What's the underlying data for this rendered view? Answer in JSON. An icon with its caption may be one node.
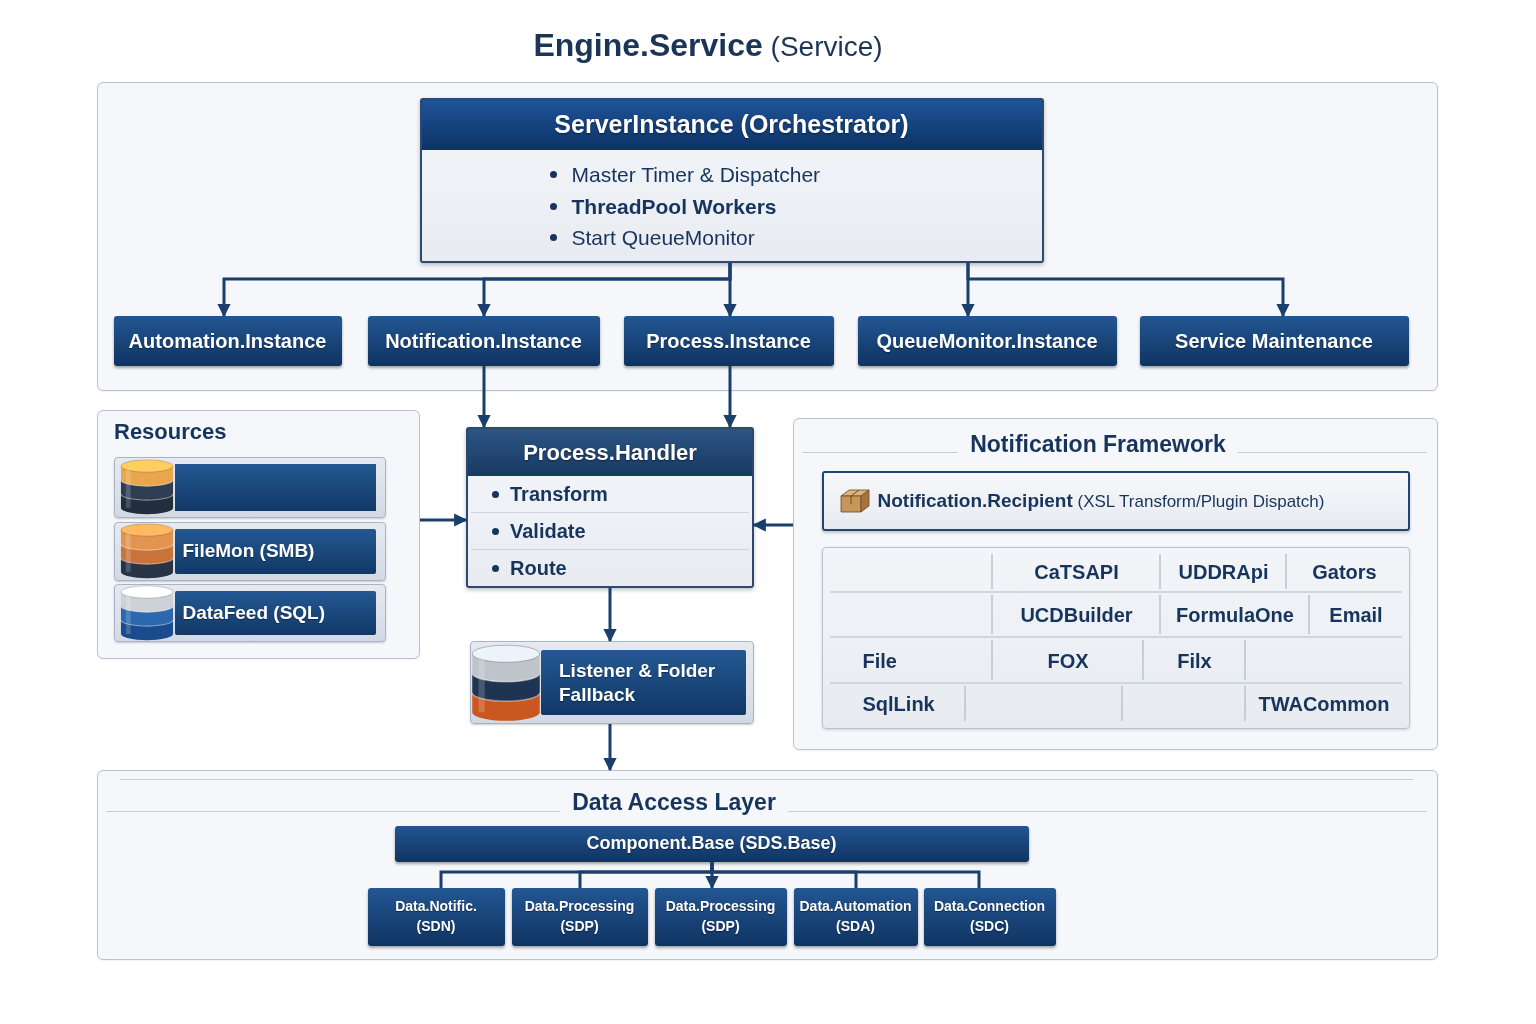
{
  "diagram": {
    "title": "**Engine.Service** (Service)",
    "nodes": [
      {
        "text": [],
        "shape": "box"
      },
      {
        "text": [
          "ServerInstance (Orchestrator)",
          "Master Timer & Dispatcher",
          "ThreadPool Workers",
          "Start QueueMonitor"
        ],
        "in": 0
      },
      {
        "text": [
          "Automation.Instance"
        ],
        "in": 0
      },
      {
        "text": [
          "Notification.Instance"
        ],
        "in": 0
      },
      {
        "text": [
          "Process.Instance"
        ],
        "in": 0
      },
      {
        "text": [
          "QueueMonitor.Instance"
        ],
        "in": 0
      },
      {
        "text": [
          "Service Maintenance"
        ],
        "in": 0
      },
      {
        "text": [
          "Resources"
        ]
      },
      {
        "text": [],
        "shape": "box",
        "in": 7
      },
      {
        "text": [
          "FileMon (SMB)"
        ],
        "in": 7
      },
      {
        "text": [
          "DataFeed (SQL)"
        ],
        "in": 7
      },
      {
        "text": [
          "Process.Handler",
          "Transform",
          "Validate",
          "Route"
        ]
      },
      {
        "text": [
          "Listener & Folder Fallback"
        ]
      },
      {
        "text": [
          "Notification Framework"
        ]
      },
      {
        "text": [
          "**Notification.Recipient** (XSL Transform/Plugin Dispatch)"
        ],
        "in": 13
      },
      {
        "text": [
          "Data Access Layer"
        ]
      },
      {
        "text": [
          "Component.Base (SDS.Base)"
        ],
        "in": 15
      },
      {
        "text": [
          "Data.Notific. (SDN)"
        ],
        "in": 15
      },
      {
        "text": [
          "Data.Processing (SDP)"
        ],
        "in": 15
      },
      {
        "text": [
          "Data.Processing (SDP)"
        ],
        "in": 15
      },
      {
        "text": [
          "Data.Automation (SDA)"
        ],
        "in": 15
      },
      {
        "text": [
          "Data.Connection (SDC)"
        ],
        "in": 15
      }
    ],
    "edges": [
      {
        "from": 1,
        "to": 2,
        "arrow": "to"
      },
      {
        "from": 1,
        "to": 3,
        "arrow": "to"
      },
      {
        "from": 1,
        "to": 4,
        "arrow": "to"
      },
      {
        "from": 1,
        "to": 5,
        "arrow": "to"
      },
      {
        "from": 1,
        "to": 6,
        "arrow": "to"
      },
      {
        "from": 3,
        "to": 11,
        "arrow": "to"
      },
      {
        "from": 4,
        "to": 11,
        "arrow": "to"
      },
      {
        "from": 7,
        "to": 11,
        "arrow": "to"
      },
      {
        "from": 13,
        "to": 11,
        "arrow": "to"
      },
      {
        "from": 11,
        "to": 12,
        "arrow": "to"
      },
      {
        "from": 12,
        "to": 15,
        "arrow": "to"
      },
      {
        "from": 16,
        "to": 17,
        "arrow": "none"
      },
      {
        "from": 16,
        "to": 18,
        "arrow": "none"
      },
      {
        "from": 16,
        "to": 19,
        "arrow": "to"
      },
      {
        "from": 16,
        "to": 20,
        "arrow": "none"
      },
      {
        "from": 16,
        "to": 21,
        "arrow": "none"
      }
    ],
    "labels": [
      "CaTSAPI",
      "UDDRApi",
      "Gators",
      "UCDBuilder",
      "FormulaOne",
      "Email",
      "File",
      "FOX",
      "Filx",
      "SqlLink",
      "TWACommon"
    ]
  }
}
